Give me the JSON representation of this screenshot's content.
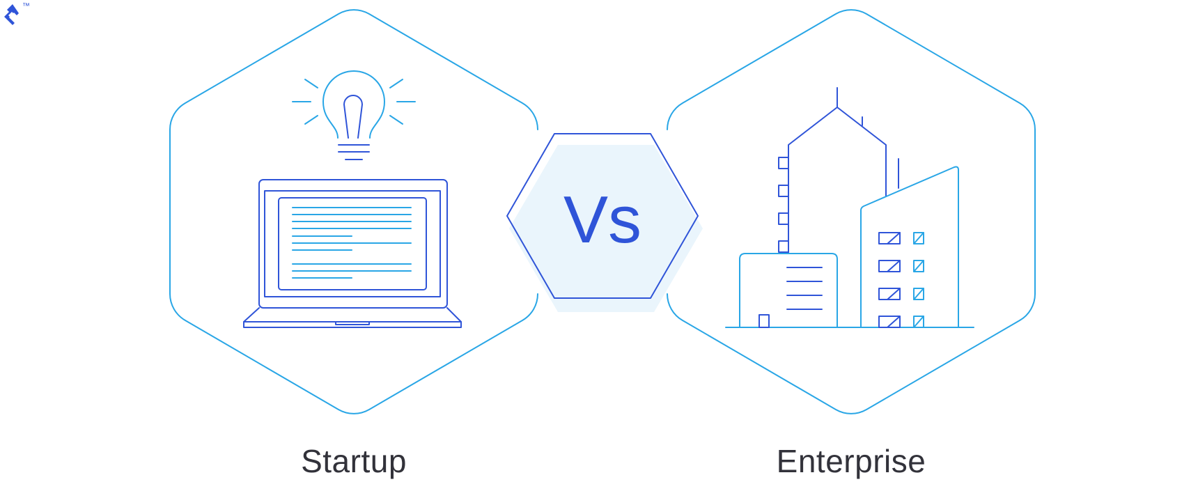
{
  "brand": {
    "logo_icon": "toptal-logo-icon",
    "trademark": "™"
  },
  "comparison": {
    "left": {
      "label": "Startup",
      "icon": "laptop-lightbulb-icon"
    },
    "center": {
      "label": "Vs"
    },
    "right": {
      "label": "Enterprise",
      "icon": "office-buildings-icon"
    }
  },
  "colors": {
    "light_blue": "#29a6e6",
    "dark_blue": "#2f54d8",
    "text": "#32323a"
  }
}
